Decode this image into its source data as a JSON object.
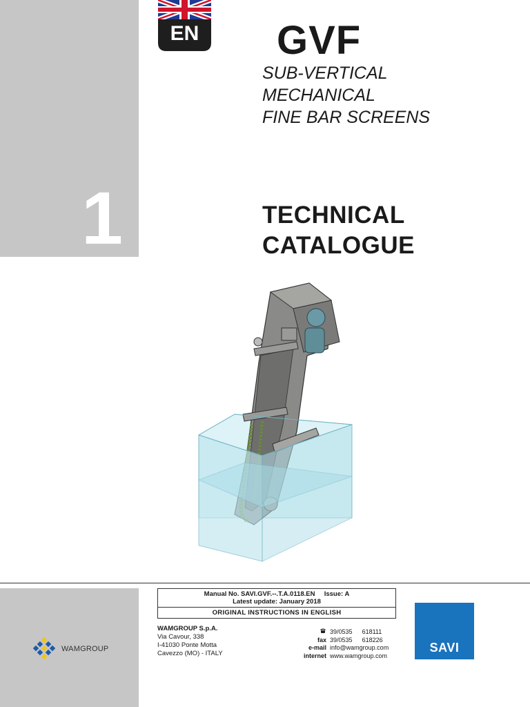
{
  "language_badge": "EN",
  "title": "GVF",
  "subtitle_lines": [
    "SUB-VERTICAL",
    "MECHANICAL",
    "FINE BAR SCREENS"
  ],
  "section_number": "1",
  "section_lines": [
    "TECHNICAL",
    "CATALOGUE"
  ],
  "manual": {
    "manual_no": "Manual No. SAVI.GVF.--.T.A.0118.EN",
    "issue": "Issue: A",
    "latest_update": "Latest update: January 2018",
    "instructions": "ORIGINAL INSTRUCTIONS IN ENGLISH"
  },
  "company": {
    "name": "WAMGROUP S.p.A.",
    "address_lines": [
      "Via Cavour, 338",
      "I-41030 Ponte Motta",
      "Cavezzo (MO) - ITALY"
    ]
  },
  "contacts": [
    {
      "label": "",
      "value": "39/0535",
      "value2": "618111"
    },
    {
      "label": "fax",
      "value": "39/0535",
      "value2": "618226"
    },
    {
      "label": "e-mail",
      "value": "info@wamgroup.com",
      "value2": ""
    },
    {
      "label": "internet",
      "value": "www.wamgroup.com",
      "value2": ""
    }
  ],
  "logos": {
    "wamgroup": "WAMGROUP",
    "savi": "SAVI"
  },
  "icons": {
    "phone": "phone-icon",
    "flag": "uk-flag-icon"
  },
  "colors": {
    "gray_band": "#c6c6c6",
    "savi_blue": "#1a73bd",
    "badge_dark": "#1e1e1e"
  }
}
